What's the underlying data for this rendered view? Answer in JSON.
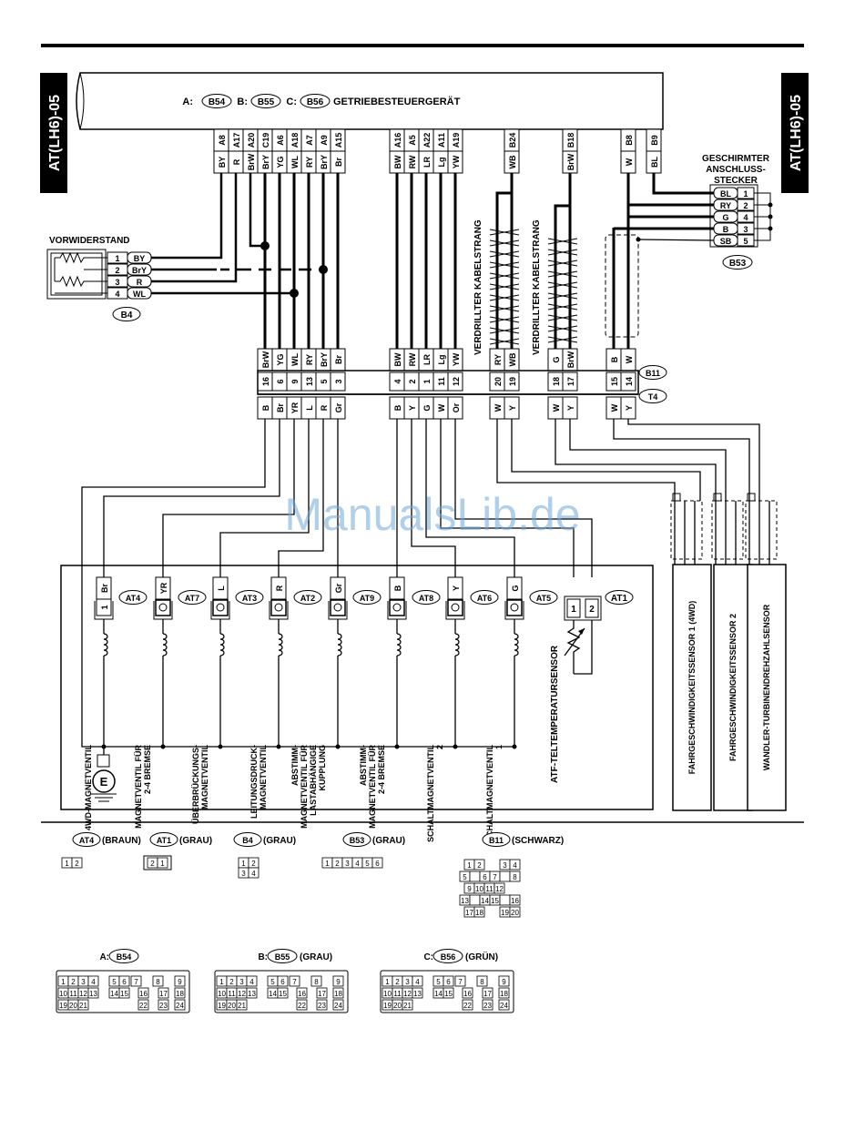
{
  "section_tag": "AT(LH6)-05",
  "ecu": {
    "prefix_a": "A:",
    "conn_a": "B54",
    "prefix_b": "B:",
    "conn_b": "B55",
    "prefix_c": "C:",
    "conn_c": "B56",
    "title": "GETRIEBESTEUERGERÄT",
    "pins": [
      "A8",
      "A17",
      "A20",
      "C19",
      "A6",
      "A18",
      "A7",
      "A9",
      "A15",
      "A16",
      "A5",
      "A22",
      "A11",
      "A19",
      "B24",
      "B18",
      "B8",
      "B9"
    ],
    "colors": [
      "BY",
      "R",
      "BrW",
      "BrY",
      "YG",
      "WL",
      "RY",
      "BrY",
      "Br",
      "BW",
      "RW",
      "LR",
      "Lg",
      "YW",
      "WB",
      "BrW",
      "W",
      "BL"
    ]
  },
  "resistor": {
    "title": "VORWIDERSTAND",
    "connector": "B4",
    "pins": [
      "1",
      "2",
      "3",
      "4"
    ],
    "colors": [
      "BY",
      "BrY",
      "R",
      "WL"
    ]
  },
  "shield_connector": {
    "title_l1": "GESCHIRMTER",
    "title_l2": "ANSCHLUSS-",
    "title_l3": "STECKER",
    "connector": "B53",
    "colors": [
      "BL",
      "RY",
      "G",
      "B",
      "SB"
    ],
    "pins": [
      "1",
      "2",
      "4",
      "3",
      "5"
    ]
  },
  "twisted_label": "VERDRILLTER KABELSTRANG",
  "b11": {
    "connector": "B11",
    "pins": [
      "16",
      "6",
      "9",
      "13",
      "5",
      "3",
      "4",
      "2",
      "1",
      "11",
      "12",
      "20",
      "19",
      "18",
      "17",
      "15",
      "14"
    ],
    "colors": [
      "BrW",
      "YG",
      "WL",
      "RY",
      "BrY",
      "Br",
      "BW",
      "RW",
      "LR",
      "Lg",
      "YW",
      "RY",
      "WB",
      "G",
      "BrW",
      "B",
      "W"
    ]
  },
  "t4": {
    "connector": "T4",
    "colors": [
      "B",
      "Br",
      "YR",
      "L",
      "R",
      "Gr",
      "B",
      "Y",
      "G",
      "W",
      "Or",
      "W",
      "Y",
      "W",
      "Y",
      "W",
      "Y"
    ]
  },
  "components": [
    {
      "wire": "Br",
      "tag": "AT4",
      "label": "4WD-MAGNETVENTIL"
    },
    {
      "wire": "YR",
      "tag": "AT7",
      "label": "MAGNETVENTIL FÜR 2-4 BREMSE"
    },
    {
      "wire": "L",
      "tag": "AT3",
      "label": "ÜBERBRÜCKUNGS- MAGNETVENTIL"
    },
    {
      "wire": "R",
      "tag": "AT2",
      "label": "LEITUNGSDRUCK- MAGNETVENTIL"
    },
    {
      "wire": "Gr",
      "tag": "AT9",
      "label": "ABSTIMM- MAGNETVENTIL FÜR LASTABHÄNGIGE KUPPLUNG"
    },
    {
      "wire": "B",
      "tag": "AT8",
      "label": "ABSTIMM- MAGNETVENTIL FÜR 2-4 BREMSE"
    },
    {
      "wire": "Y",
      "tag": "AT6",
      "label": "SCHALTMAGNETVENTIL 2"
    },
    {
      "wire": "G",
      "tag": "AT5",
      "label": "SCHALTMAGNETVENTIL 1"
    }
  ],
  "atf_sensor": {
    "tag": "AT1",
    "wire1": "W",
    "wire2": "Or",
    "pin1": "1",
    "pin2": "2",
    "label": "ATF-TELTEMPERATURSENSOR"
  },
  "connector_pin": "1",
  "ground": "E",
  "sensors": [
    "FAHRGESCHWINDIGKEITSSENSOR 1 (4WD)",
    "FAHRGESCHWINDIGKEITSSENSOR 2",
    "WANDLER-TURBINENDREHZAHLSENSOR"
  ],
  "legend": [
    {
      "tag": "AT4",
      "desc": "(BRAUN)"
    },
    {
      "tag": "AT1",
      "desc": "(GRAU)"
    },
    {
      "tag": "B4",
      "desc": "(GRAU)"
    },
    {
      "tag": "B53",
      "desc": "(GRAU)"
    },
    {
      "tag": "B11",
      "desc": "(SCHWARZ)"
    }
  ],
  "legend_faces": {
    "at4": [
      "1",
      "2"
    ],
    "at1": [
      "2",
      "1"
    ],
    "b4": [
      "1",
      "2",
      "3",
      "4"
    ],
    "b53": [
      "1",
      "2",
      "3",
      "4",
      "5",
      "6"
    ],
    "b11": [
      "1",
      "2",
      "3",
      "4",
      "5",
      "6",
      "7",
      "8",
      "9",
      "10",
      "11",
      "12",
      "13",
      "14",
      "15",
      "16",
      "17",
      "18",
      "19",
      "20"
    ]
  },
  "ecu_faces": [
    {
      "prefix": "A:",
      "tag": "B54",
      "desc": ""
    },
    {
      "prefix": "B:",
      "tag": "B55",
      "desc": "(GRAU)"
    },
    {
      "prefix": "C:",
      "tag": "B56",
      "desc": "(GRÜN)"
    }
  ],
  "face24": [
    "1",
    "2",
    "3",
    "4",
    "5",
    "6",
    "7",
    "8",
    "9",
    "10",
    "11",
    "12",
    "13",
    "14",
    "15",
    "16",
    "17",
    "18",
    "19",
    "20",
    "21",
    "22",
    "23",
    "24"
  ],
  "watermark": "ManualsLib.de"
}
